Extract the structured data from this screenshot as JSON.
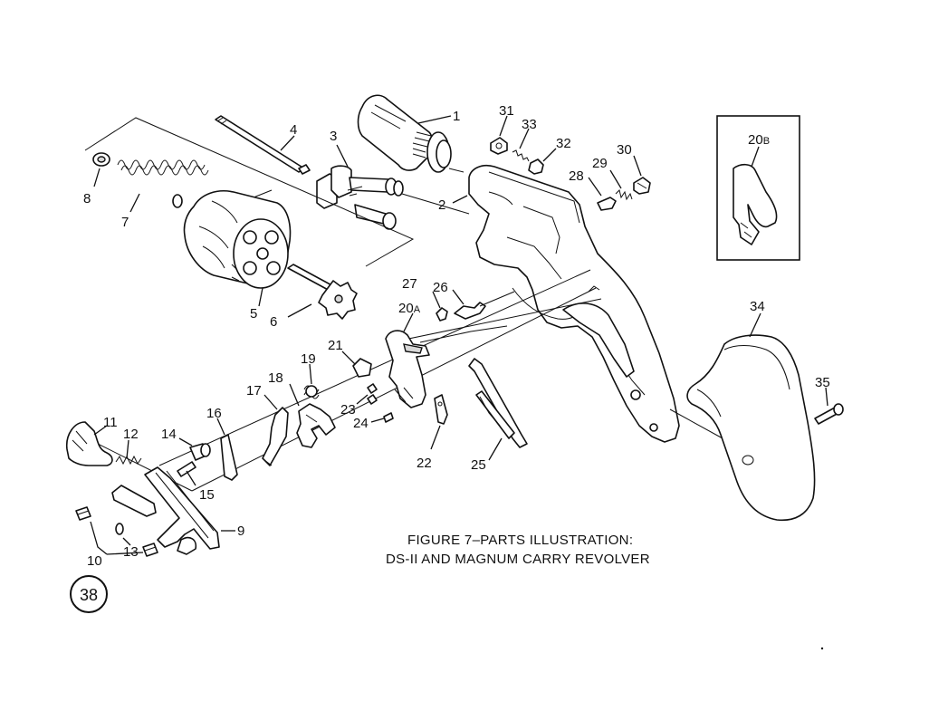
{
  "figure": {
    "caption_line1": "FIGURE 7–PARTS ILLUSTRATION:",
    "caption_line2": "DS-II AND MAGNUM CARRY REVOLVER",
    "page_number": "38"
  },
  "parts": {
    "p1": "1",
    "p2": "2",
    "p3": "3",
    "p4": "4",
    "p5": "5",
    "p6": "6",
    "p7": "7",
    "p8": "8",
    "p9": "9",
    "p10": "10",
    "p11": "11",
    "p12": "12",
    "p13": "13",
    "p14": "14",
    "p15": "15",
    "p16": "16",
    "p17": "17",
    "p18": "18",
    "p19": "19",
    "p20a_num": "20",
    "p20a_suffix": "A",
    "p20b_num": "20",
    "p20b_suffix": "B",
    "p21": "21",
    "p22": "22",
    "p23": "23",
    "p24": "24",
    "p25": "25",
    "p26": "26",
    "p27": "27",
    "p28": "28",
    "p29": "29",
    "p30": "30",
    "p31": "31",
    "p32": "32",
    "p33": "33",
    "p34": "34",
    "p35": "35"
  }
}
